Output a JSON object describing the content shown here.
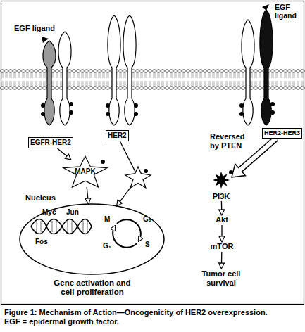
{
  "diagram": {
    "caption": "Figure 1: Mechanism of Action—Oncogenicity of HER2 overexpression. EGF = epidermal growth factor.",
    "nodes": [
      {
        "text": [
          "EGFR-HER2"
        ]
      },
      {
        "text": [
          "HER2"
        ]
      },
      {
        "text": [
          "HER2-HER3"
        ]
      },
      {
        "text": [
          "MAPK"
        ]
      },
      {
        "text": [
          "Nucleus"
        ]
      },
      {
        "text": [
          "PI3K"
        ]
      },
      {
        "text": [
          "Akt"
        ]
      },
      {
        "text": [
          "mTOR"
        ]
      },
      {
        "text": [
          "Tumor cell survival"
        ]
      }
    ],
    "edges": [
      {
        "from": 0,
        "to": 3,
        "arrow": "to"
      },
      {
        "from": 1,
        "to": 4,
        "arrow": "to"
      },
      {
        "from": 3,
        "to": 4,
        "arrow": "to"
      },
      {
        "from": 2,
        "to": 5,
        "arrow": "to",
        "label": "Reversed by PTEN"
      },
      {
        "from": 5,
        "to": 6,
        "arrow": "to"
      },
      {
        "from": 6,
        "to": 7,
        "arrow": "to"
      },
      {
        "from": 7,
        "to": 8,
        "arrow": "to"
      }
    ],
    "labels": [
      "EGF ligand",
      "EGF ligand",
      "Myc",
      "Jun",
      "Fos",
      "M",
      "G₂",
      "S",
      "G₁",
      "Gene activation and cell proliferation"
    ]
  }
}
